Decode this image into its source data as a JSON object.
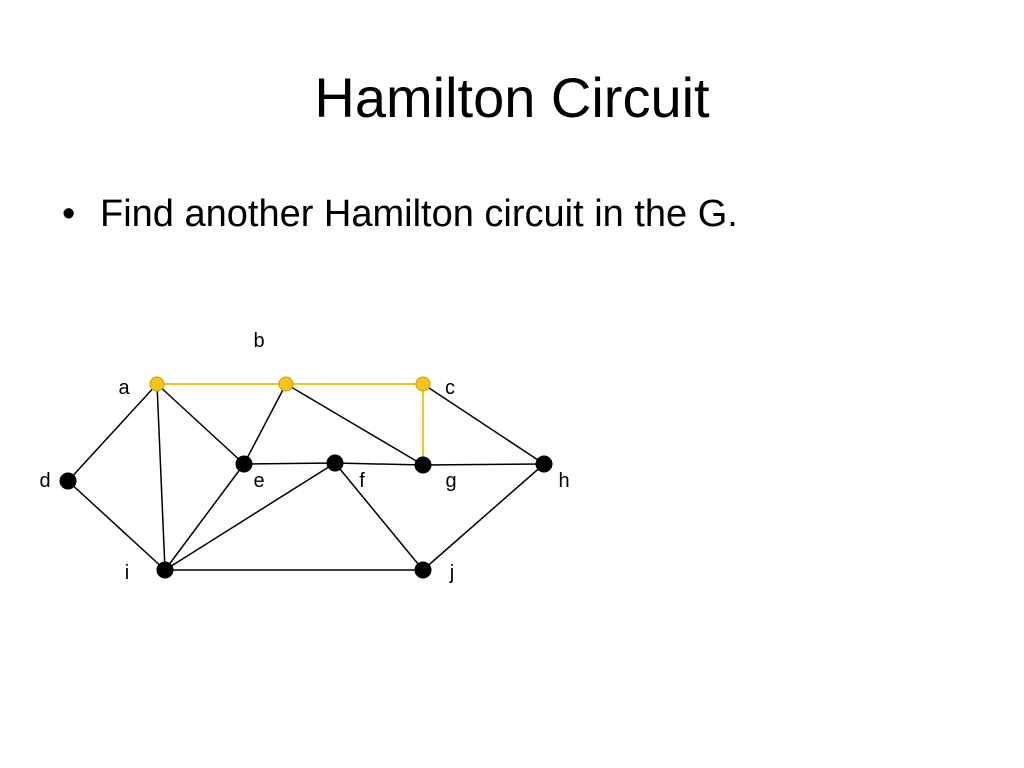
{
  "slide": {
    "title": "Hamilton Circuit",
    "bullets": [
      {
        "glyph": "•",
        "text": "Find another Hamilton circuit in the G."
      }
    ]
  },
  "graph": {
    "colors": {
      "highlight": "#F5C518",
      "normal": "#000000"
    },
    "vertices": [
      {
        "id": "a",
        "label": "a",
        "highlighted": true
      },
      {
        "id": "b",
        "label": "b",
        "highlighted": true
      },
      {
        "id": "c",
        "label": "c",
        "highlighted": true
      },
      {
        "id": "d",
        "label": "d",
        "highlighted": false
      },
      {
        "id": "e",
        "label": "e",
        "highlighted": false
      },
      {
        "id": "f",
        "label": "f",
        "highlighted": false
      },
      {
        "id": "g",
        "label": "g",
        "highlighted": false
      },
      {
        "id": "h",
        "label": "h",
        "highlighted": false
      },
      {
        "id": "i",
        "label": "i",
        "highlighted": false
      },
      {
        "id": "j",
        "label": "j",
        "highlighted": false
      }
    ],
    "edges": [
      {
        "from": "a",
        "to": "b",
        "highlighted": true
      },
      {
        "from": "b",
        "to": "c",
        "highlighted": true
      },
      {
        "from": "c",
        "to": "g",
        "highlighted": true
      },
      {
        "from": "a",
        "to": "d",
        "highlighted": false
      },
      {
        "from": "a",
        "to": "e",
        "highlighted": false
      },
      {
        "from": "a",
        "to": "i",
        "highlighted": false
      },
      {
        "from": "b",
        "to": "e",
        "highlighted": false
      },
      {
        "from": "b",
        "to": "g",
        "highlighted": false
      },
      {
        "from": "c",
        "to": "h",
        "highlighted": false
      },
      {
        "from": "d",
        "to": "i",
        "highlighted": false
      },
      {
        "from": "e",
        "to": "f",
        "highlighted": false
      },
      {
        "from": "e",
        "to": "i",
        "highlighted": false
      },
      {
        "from": "f",
        "to": "g",
        "highlighted": false
      },
      {
        "from": "f",
        "to": "i",
        "highlighted": false
      },
      {
        "from": "f",
        "to": "j",
        "highlighted": false
      },
      {
        "from": "g",
        "to": "h",
        "highlighted": false
      },
      {
        "from": "h",
        "to": "j",
        "highlighted": false
      },
      {
        "from": "i",
        "to": "j",
        "highlighted": false
      }
    ]
  }
}
